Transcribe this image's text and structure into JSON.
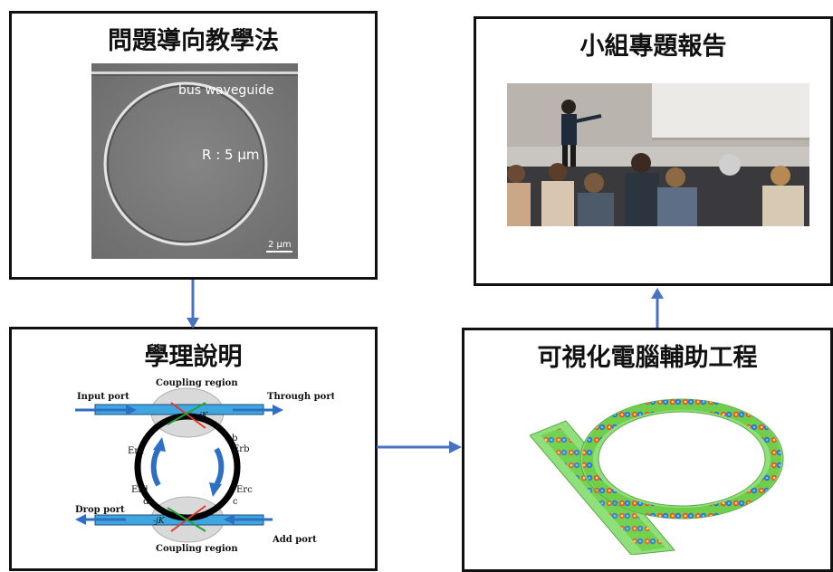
{
  "boxes": {
    "pbl": {
      "title": "問題導向教學法"
    },
    "report": {
      "title": "小組專題報告"
    },
    "theory": {
      "title": "學理說明"
    },
    "cae": {
      "title": "可視化電腦輔助工程"
    }
  },
  "sem": {
    "bus_label": "bus waveguide",
    "radius_label": "R : 5 μm",
    "scale_label": "2 μm"
  },
  "ring": {
    "input_port": "Input port",
    "through_port": "Through port",
    "drop_port": "Drop port",
    "add_port": "Add port",
    "coupling_top": "Coupling region",
    "coupling_bottom": "Coupling region",
    "era": "Era",
    "erb": "Erb",
    "erc": "Erc",
    "erd": "Erd",
    "a": "a",
    "b": "b",
    "c": "c",
    "d": "d",
    "kappa_top": "-jK",
    "kappa_bottom": "-jK"
  },
  "colors": {
    "arrow": "#4a72c4",
    "waveguide_blue": "#3fa6e0",
    "sem_gray": "#7b7b7b"
  }
}
